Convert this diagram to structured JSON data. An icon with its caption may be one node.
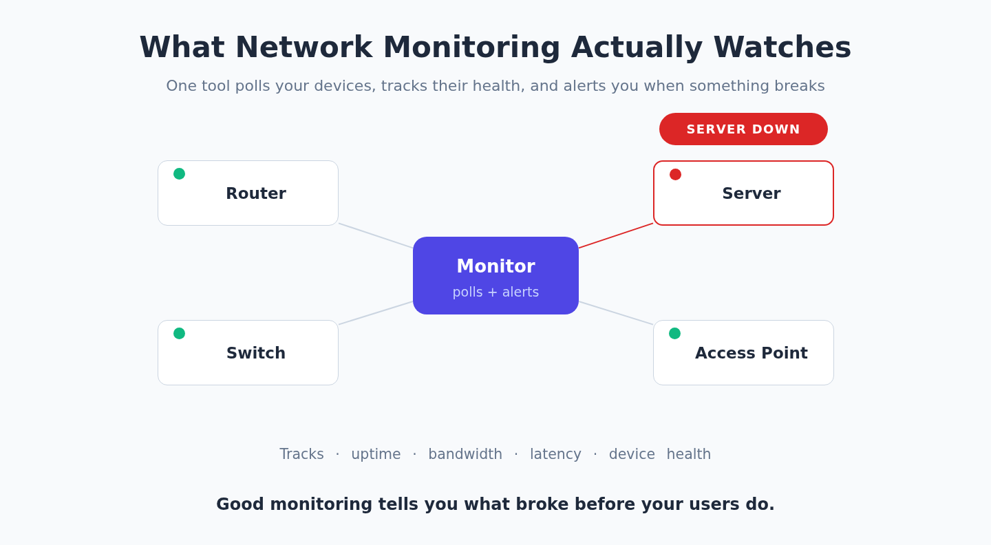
{
  "diagram": {
    "title": "What Network Monitoring Actually Watches",
    "nodes": [
      {
        "text": [
          "SERVER DOWN"
        ]
      },
      {
        "text": [
          "Router"
        ]
      },
      {
        "text": [
          "Server"
        ]
      },
      {
        "text": [
          "Monitor",
          "polls + alerts"
        ]
      },
      {
        "text": [
          "Switch"
        ]
      },
      {
        "text": [
          "Access Point"
        ]
      }
    ],
    "edges": [
      {
        "from": 3,
        "to": 1,
        "arrow": "none"
      },
      {
        "from": 3,
        "to": 2,
        "arrow": "none",
        "color": "#dc2626"
      },
      {
        "from": 3,
        "to": 4,
        "arrow": "none"
      },
      {
        "from": 3,
        "to": 5,
        "arrow": "none"
      }
    ],
    "labels": [
      "One tool polls your devices, tracks their health, and alerts you when something breaks",
      "Tracks · uptime · bandwidth · latency · device health",
      "Good monitoring tells you what broke before your users do."
    ]
  }
}
